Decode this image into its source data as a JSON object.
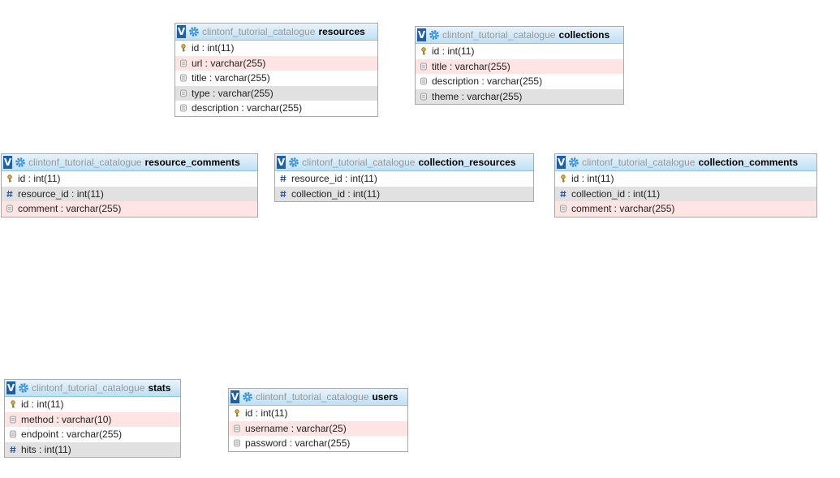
{
  "toggle_label": "V",
  "tables": {
    "resources": {
      "db": "clintonf_tutorial_catalogue",
      "name": "resources",
      "columns": [
        {
          "label": "id : int(11)",
          "type": "key",
          "bg": "white"
        },
        {
          "label": "url : varchar(255)",
          "type": "text",
          "bg": "pink"
        },
        {
          "label": "title : varchar(255)",
          "type": "text",
          "bg": "white"
        },
        {
          "label": "type : varchar(255)",
          "type": "text",
          "bg": "grey"
        },
        {
          "label": "description : varchar(255)",
          "type": "text",
          "bg": "white"
        }
      ]
    },
    "collections": {
      "db": "clintonf_tutorial_catalogue",
      "name": "collections",
      "columns": [
        {
          "label": "id : int(11)",
          "type": "key",
          "bg": "white"
        },
        {
          "label": "title : varchar(255)",
          "type": "text",
          "bg": "pink"
        },
        {
          "label": "description : varchar(255)",
          "type": "text",
          "bg": "white"
        },
        {
          "label": "theme : varchar(255)",
          "type": "text",
          "bg": "grey"
        }
      ]
    },
    "resource_comments": {
      "db": "clintonf_tutorial_catalogue",
      "name": "resource_comments",
      "columns": [
        {
          "label": "id : int(11)",
          "type": "key",
          "bg": "white"
        },
        {
          "label": "resource_id : int(11)",
          "type": "num",
          "bg": "grey"
        },
        {
          "label": "comment : varchar(255)",
          "type": "text",
          "bg": "pink"
        }
      ]
    },
    "collection_resources": {
      "db": "clintonf_tutorial_catalogue",
      "name": "collection_resources",
      "columns": [
        {
          "label": "resource_id : int(11)",
          "type": "num",
          "bg": "white"
        },
        {
          "label": "collection_id : int(11)",
          "type": "num",
          "bg": "grey"
        }
      ]
    },
    "collection_comments": {
      "db": "clintonf_tutorial_catalogue",
      "name": "collection_comments",
      "columns": [
        {
          "label": "id : int(11)",
          "type": "key",
          "bg": "white"
        },
        {
          "label": "collection_id : int(11)",
          "type": "num",
          "bg": "grey"
        },
        {
          "label": "comment : varchar(255)",
          "type": "text",
          "bg": "pink"
        }
      ]
    },
    "stats": {
      "db": "clintonf_tutorial_catalogue",
      "name": "stats",
      "columns": [
        {
          "label": "id : int(11)",
          "type": "key",
          "bg": "white"
        },
        {
          "label": "method : varchar(10)",
          "type": "text",
          "bg": "pink"
        },
        {
          "label": "endpoint : varchar(255)",
          "type": "text",
          "bg": "white"
        },
        {
          "label": "hits : int(11)",
          "type": "num",
          "bg": "grey"
        }
      ]
    },
    "users": {
      "db": "clintonf_tutorial_catalogue",
      "name": "users",
      "columns": [
        {
          "label": "id : int(11)",
          "type": "key",
          "bg": "white"
        },
        {
          "label": "username : varchar(25)",
          "type": "text",
          "bg": "pink"
        },
        {
          "label": "password : varchar(255)",
          "type": "text",
          "bg": "white"
        }
      ]
    }
  }
}
